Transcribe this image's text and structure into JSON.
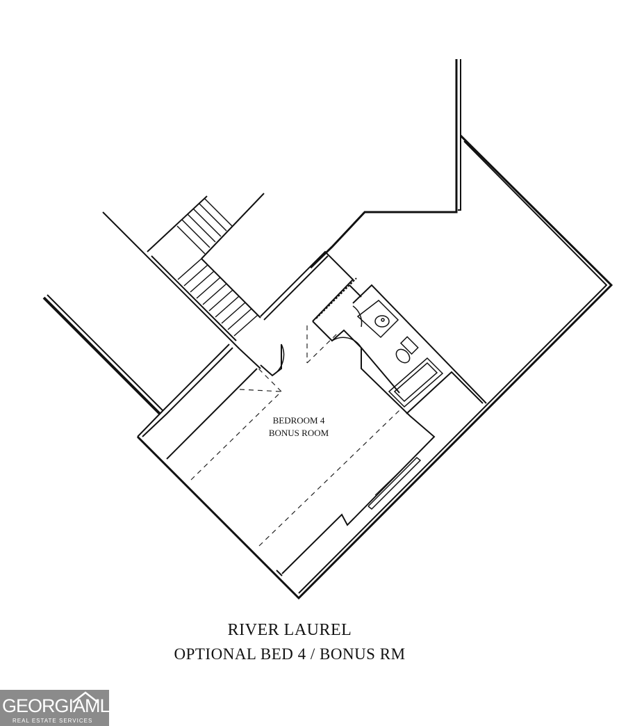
{
  "plan": {
    "title": "RIVER LAUREL",
    "subtitle": "OPTIONAL BED 4 / BONUS RM",
    "rooms": [
      {
        "line1": "BEDROOM 4",
        "line2": "BONUS ROOM"
      }
    ]
  },
  "logo": {
    "brand": "GEORGIAMLS",
    "tagline": "REAL ESTATE SERVICES"
  },
  "colors": {
    "wall": "#111111",
    "background": "#ffffff",
    "logo_bg": "#8b8b8b"
  }
}
